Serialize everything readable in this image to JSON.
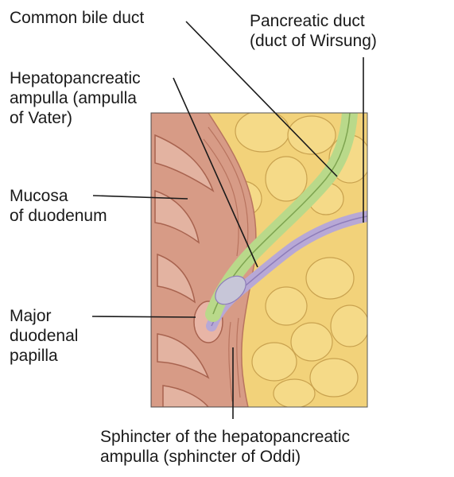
{
  "labels": {
    "common_bile_duct": {
      "lines": [
        "Common bile duct"
      ]
    },
    "pancreatic_duct": {
      "lines": [
        "Pancreatic duct",
        "(duct of Wirsung)"
      ]
    },
    "hepatopancreatic_ampulla": {
      "lines": [
        "Hepatopancreatic",
        "ampulla (ampulla",
        "of Vater)"
      ]
    },
    "mucosa": {
      "lines": [
        "Mucosa",
        "of duodenum"
      ]
    },
    "major_papilla": {
      "lines": [
        "Major",
        "duodenal",
        "papilla"
      ]
    },
    "sphincter": {
      "lines": [
        "Sphincter of the hepatopancreatic",
        "ampulla (sphincter of Oddi)"
      ]
    }
  },
  "colors": {
    "pancreas": "#f2d27a",
    "pancreas_lobule_outline": "#c9a24f",
    "duodenal_wall": "#d79b86",
    "mucosa_fold": "#e3b3a1",
    "bile_duct": "#b9d98a",
    "pancreatic_duct": "#b7a8d6",
    "leader_line": "#1a1a1a"
  }
}
